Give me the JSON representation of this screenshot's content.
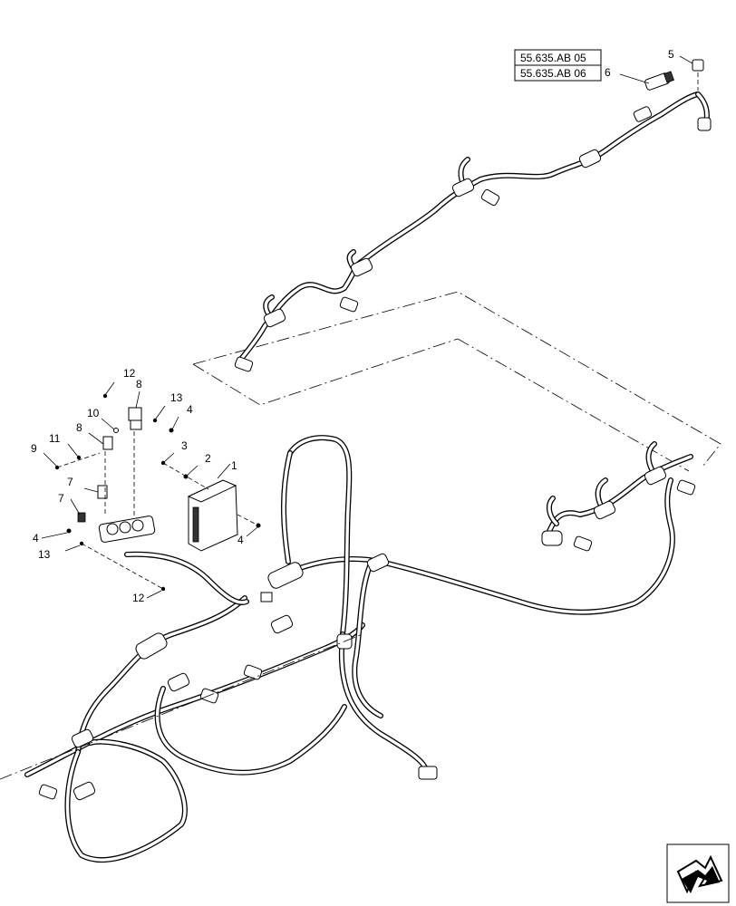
{
  "references": [
    "55.635.AB 05",
    "55.635.AB 06"
  ],
  "callouts": [
    {
      "id": "c5",
      "label": "5"
    },
    {
      "id": "c6",
      "label": "6"
    },
    {
      "id": "c12a",
      "label": "12"
    },
    {
      "id": "c8a",
      "label": "8"
    },
    {
      "id": "c13a",
      "label": "13"
    },
    {
      "id": "c4a",
      "label": "4"
    },
    {
      "id": "c10",
      "label": "10"
    },
    {
      "id": "c8b",
      "label": "8"
    },
    {
      "id": "c11",
      "label": "11"
    },
    {
      "id": "c9",
      "label": "9"
    },
    {
      "id": "c3",
      "label": "3"
    },
    {
      "id": "c2",
      "label": "2"
    },
    {
      "id": "c1",
      "label": "1"
    },
    {
      "id": "c7a",
      "label": "7"
    },
    {
      "id": "c7b",
      "label": "7"
    },
    {
      "id": "c4b",
      "label": "4"
    },
    {
      "id": "c13b",
      "label": "13"
    },
    {
      "id": "c4c",
      "label": "4"
    },
    {
      "id": "c12b",
      "label": "12"
    }
  ]
}
